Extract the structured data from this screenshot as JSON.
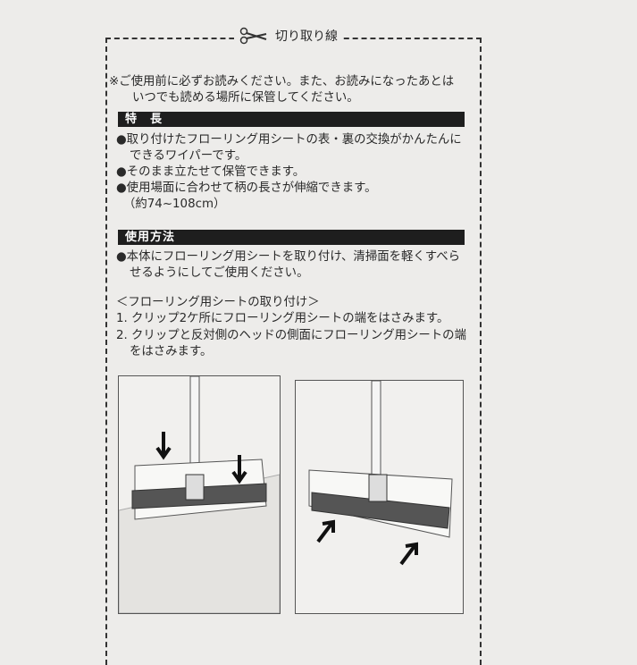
{
  "cut_line": {
    "label": "切り取り線",
    "icon": "scissors-icon"
  },
  "notice": [
    "※ご使用前に必ずお読みください。また、お読みになったあとは",
    "いつでも読める場所に保管してください。"
  ],
  "features": {
    "title": "特　長",
    "lines": [
      "●取り付けたフローリング用シートの表・裏の交換がかんたんに",
      "できるワイパーです。",
      "●そのまま立たせて保管できます。",
      "●使用場面に合わせて柄の長さが伸縮できます。",
      "（約74~108cm）"
    ]
  },
  "usage": {
    "title": "使用方法",
    "lines": [
      "●本体にフローリング用シートを取り付け、清掃面を軽くすべら",
      "せるようにしてご使用ください。"
    ],
    "subheading": "＜フローリング用シートの取り付け＞",
    "steps": [
      "1. クリップ2ケ所にフローリング用シートの端をはさみます。",
      "2. クリップと反対側のヘッドの側面にフローリング用シートの端",
      "をはさみます。"
    ]
  },
  "illustrations": [
    "wiper-clip-illustration",
    "wiper-side-illustration"
  ]
}
